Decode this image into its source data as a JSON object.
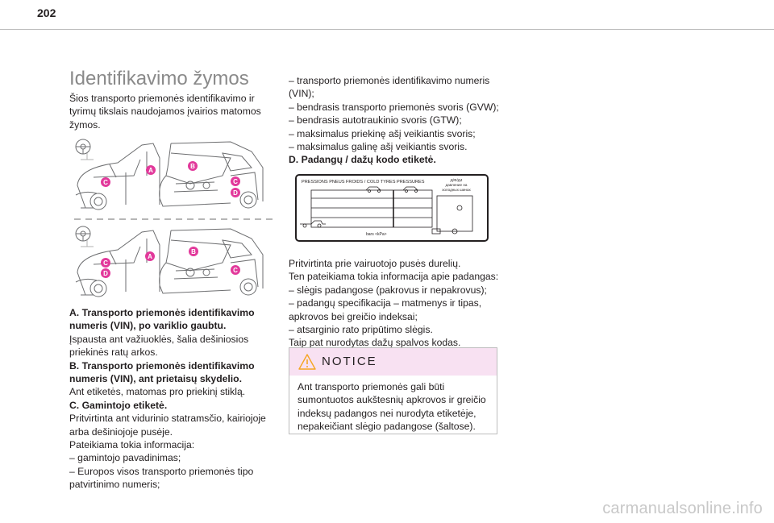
{
  "page_number": "202",
  "title": "Identifikavimo žymos",
  "intro": [
    "Šios transporto priemonės identifikavimo ir",
    "tyrimų tikslais naudojamos įvairios matomos",
    "žymos."
  ],
  "markers": {
    "a": "A",
    "b": "B",
    "c": "C",
    "d": "D"
  },
  "left_lines": [
    {
      "text": "A. Transporto priemonės identifikavimo",
      "bold": true
    },
    {
      "text": "numeris (VIN), po variklio gaubtu.",
      "bold": true
    },
    {
      "text": " Įspausta ant važiuoklės, šalia dešiniosios",
      "bold": false
    },
    {
      "text": "priekinės ratų arkos.",
      "bold": false
    },
    {
      "text": "B. Transporto priemonės identifikavimo",
      "bold": true
    },
    {
      "text": "numeris (VIN), ant prietaisų skydelio.",
      "bold": true
    },
    {
      "text": "Ant etiketės, matomas pro priekinį stiklą.",
      "bold": false
    },
    {
      "text": "C. Gamintojo etiketė.",
      "bold": true
    },
    {
      "text": "Pritvirtinta ant vidurinio statramsčio, kairiojoje",
      "bold": false
    },
    {
      "text": "arba dešiniojoje pusėje.",
      "bold": false
    },
    {
      "text": "Pateikiama tokia informacija:",
      "bold": false
    },
    {
      "text": "–  gamintojo pavadinimas;",
      "bold": false
    },
    {
      "text": "–  Europos visos transporto priemonės tipo",
      "bold": false
    },
    {
      "text": "patvirtinimo numeris;",
      "bold": false
    }
  ],
  "right_top_lines": [
    {
      "text": "–  transporto priemonės identifikavimo numeris",
      "bold": false
    },
    {
      "text": "(VIN);",
      "bold": false
    },
    {
      "text": "–  bendrasis transporto priemonės svoris (GVW);",
      "bold": false
    },
    {
      "text": "–  bendrasis autotraukinio svoris (GTW);",
      "bold": false
    },
    {
      "text": "–  maksimalus priekinę ašį veikiantis svoris;",
      "bold": false
    },
    {
      "text": "–  maksimalus galinę ašį veikiantis svoris.",
      "bold": false
    },
    {
      "text": "D. Padangų / dažų kodo etiketė.",
      "bold": true
    }
  ],
  "label_figure": {
    "header": "PRESSIONS PNEUS FROIDS / COLD TYRES PRESSURES",
    "units": "bars   <kPa>",
    "cyrillic": [
      "Д/Ф/Д4",
      "давление на",
      "холодных шинах"
    ]
  },
  "right_mid_lines": [
    {
      "text": "Pritvirtinta prie vairuotojo pusės durelių.",
      "bold": false
    },
    {
      "text": "Ten pateikiama tokia informacija apie padangas:",
      "bold": false
    },
    {
      "text": "–  slėgis padangose (pakrovus ir nepakrovus);",
      "bold": false
    },
    {
      "text": "–  padangų specifikacija – matmenys ir tipas,",
      "bold": false
    },
    {
      "text": "apkrovos bei greičio indeksai;",
      "bold": false
    },
    {
      "text": "–  atsarginio rato pripūtimo slėgis.",
      "bold": false
    },
    {
      "text": "Taip pat nurodytas dažų spalvos kodas.",
      "bold": false
    }
  ],
  "notice": {
    "title": "NOTICE",
    "lines": [
      "Ant transporto priemonės gali būti",
      "sumontuotos aukštesnių apkrovos ir greičio",
      "indeksų padangos nei nurodyta etiketėje,",
      "nepakeičiant slėgio padangose (šaltose)."
    ]
  },
  "footer": "carmanualsonline.info",
  "colors": {
    "marker": "#e2399b",
    "notice_bg": "#f8e1f2",
    "warning": "#f5a623",
    "title": "#8a8a8a"
  }
}
